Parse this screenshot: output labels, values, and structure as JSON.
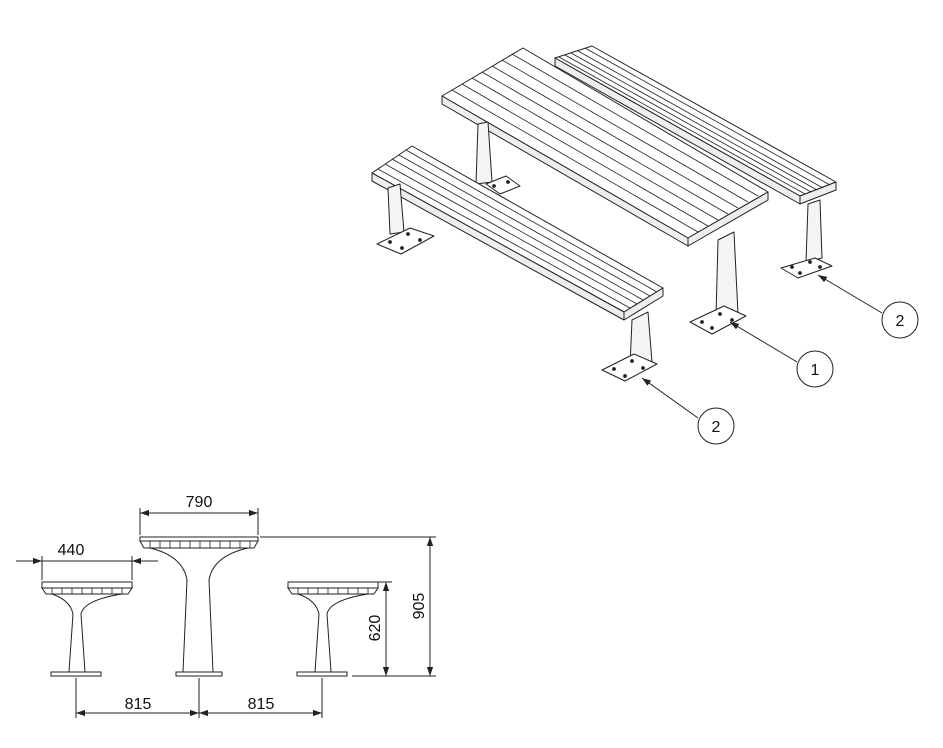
{
  "colors": {
    "stroke": "#222222",
    "fill": "#ffffff",
    "shade": "#e9e9e9"
  },
  "isometric": {
    "callouts": [
      {
        "label": "1",
        "target": "table-foot"
      },
      {
        "label": "2",
        "target": "rear-bench-foot"
      },
      {
        "label": "2",
        "target": "front-bench-foot"
      }
    ]
  },
  "elevation": {
    "dims": {
      "bench_width": "440",
      "table_width": "790",
      "table_height": "905",
      "bench_height": "620",
      "spacing_left": "815",
      "spacing_right": "815"
    }
  }
}
